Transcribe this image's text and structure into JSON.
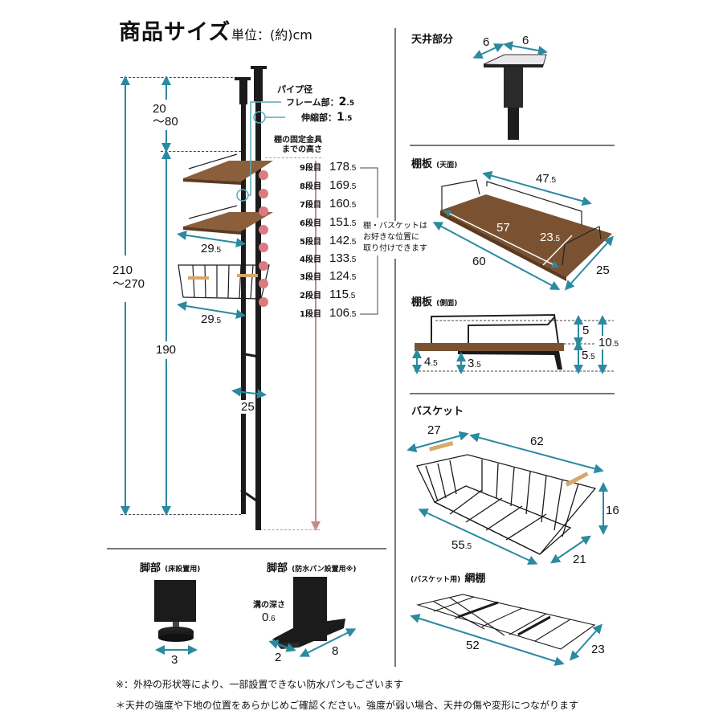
{
  "header": {
    "title": "商品サイズ",
    "unit": "単位：(約)cm"
  },
  "main_diagram": {
    "pipe_diameter": {
      "label": "パイプ径",
      "frame_label": "フレーム部：",
      "frame_value": "2",
      "frame_decimal": ".5",
      "telescopic_label": "伸縮部：",
      "telescopic_value": "1",
      "telescopic_decimal": ".5"
    },
    "top_extension": {
      "line1": "20",
      "line2": "～80"
    },
    "total_height": {
      "line1": "210",
      "line2": "～270"
    },
    "frame_height": "190",
    "frame_width": "25",
    "shelf_depth_1": {
      "value": "29",
      "decimal": ".5"
    },
    "shelf_depth_2": {
      "value": "29",
      "decimal": ".5"
    },
    "mount_height_heading": {
      "line1": "棚の固定金具",
      "line2": "までの高さ"
    },
    "tiers": [
      {
        "label": "9段目",
        "value": "178",
        "decimal": ".5"
      },
      {
        "label": "8段目",
        "value": "169",
        "decimal": ".5"
      },
      {
        "label": "7段目",
        "value": "160",
        "decimal": ".5"
      },
      {
        "label": "6段目",
        "value": "151",
        "decimal": ".5"
      },
      {
        "label": "5段目",
        "value": "142",
        "decimal": ".5"
      },
      {
        "label": "4段目",
        "value": "133",
        "decimal": ".5"
      },
      {
        "label": "3段目",
        "value": "124",
        "decimal": ".5"
      },
      {
        "label": "2段目",
        "value": "115",
        "decimal": ".5"
      },
      {
        "label": "1段目",
        "value": "106",
        "decimal": ".5"
      }
    ],
    "mount_note": {
      "line1": "棚・バスケットは",
      "line2": "お好きな位置に",
      "line3": "取り付けできます"
    }
  },
  "ceiling_part": {
    "title": "天井部分",
    "dim_a": "6",
    "dim_b": "6"
  },
  "shelf_top": {
    "title": "棚板",
    "subtitle": "(天面)",
    "back_width": {
      "value": "47",
      "decimal": ".5"
    },
    "inner_width": "57",
    "inner_depth": {
      "value": "23",
      "decimal": ".5"
    },
    "outer_width": "60",
    "outer_depth": "25"
  },
  "shelf_side": {
    "title": "棚板",
    "subtitle": "(側面)",
    "guard_height": "5",
    "total_height": {
      "value": "10",
      "decimal": ".5"
    },
    "bracket_height": {
      "value": "5",
      "decimal": ".5"
    },
    "front_thickness": {
      "value": "4",
      "decimal": ".5"
    },
    "bracket_gap": {
      "value": "3",
      "decimal": ".5"
    }
  },
  "basket": {
    "title": "バスケット",
    "handle_width": "27",
    "top_length": "62",
    "height": "16",
    "bottom_length": {
      "value": "55",
      "decimal": ".5"
    },
    "bottom_depth": "21"
  },
  "wire_shelf": {
    "prefix": "(バスケット用)",
    "title": "網棚",
    "length": "52",
    "depth": "23"
  },
  "foot_floor": {
    "title": "脚部",
    "subtitle": "(床設置用)",
    "diameter": "3"
  },
  "foot_pan": {
    "title": "脚部",
    "subtitle": "(防水パン設置用※)",
    "groove_label": "溝の深さ",
    "groove_value": "0",
    "groove_decimal": ".6",
    "width": "2",
    "length": "8"
  },
  "notes": [
    "※：外枠の形状等により、一部設置できない防水パンもございます",
    "＊天井の強度や下地の位置をあらかじめご確認ください。強度が弱い場合、天井の傷や変形につながります"
  ],
  "colors": {
    "dimension_teal": "#2a8aa0",
    "mount_point_pink": "#d97b80",
    "wood": "#7a5232",
    "frame_black": "#1b1b1b",
    "divider_gray": "#777777"
  }
}
